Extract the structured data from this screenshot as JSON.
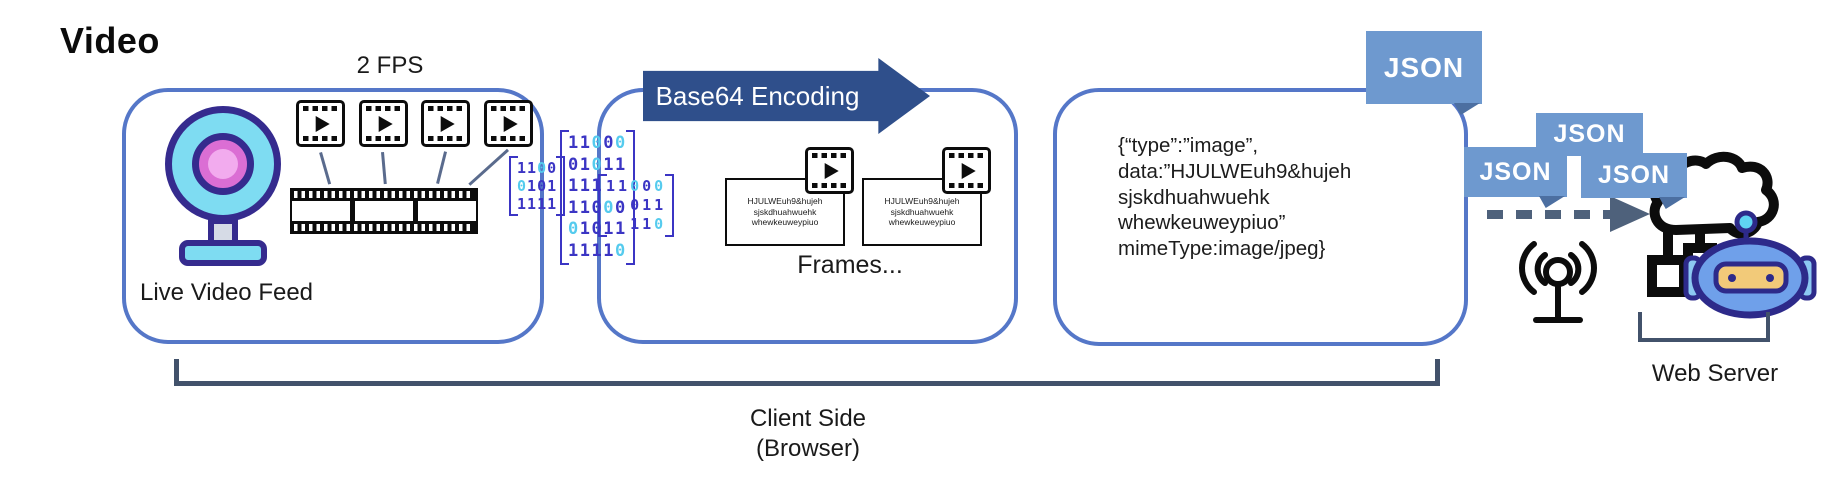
{
  "title": "Video",
  "fps_label": "2 FPS",
  "live_feed": {
    "label": "Live Video Feed"
  },
  "encoding_arrow": {
    "label": "Base64 Encoding"
  },
  "binary": {
    "block_a": [
      "1100",
      "0101",
      "1111"
    ],
    "block_b": [
      "11000",
      "01011",
      "111",
      "11000",
      "01011",
      "11110"
    ],
    "block_c": [
      "11000",
      "011",
      "110"
    ]
  },
  "frames": {
    "card_lines": [
      "HJULWEuh9&hujeh",
      "sjskdhuahwuehk",
      "whewkeuweypiuo"
    ],
    "caption": "Frames..."
  },
  "payload": {
    "json_lines": [
      "{“type”:”image”,",
      "data:”HJULWEuh9&hujeh",
      "sjskdhuahwuehk",
      "whewkeuweypiuo”",
      "mimeType:image/jpeg}"
    ]
  },
  "badges": {
    "labels": [
      "JSON",
      "JSON",
      "JSON",
      "JSON"
    ]
  },
  "server": {
    "label": "Web Server"
  },
  "client": {
    "lines": [
      "Client Side",
      "(Browser)"
    ]
  },
  "colors": {
    "panel_border": "#5577C8",
    "arrow_navy": "#2F4F8B",
    "badge_blue": "#6E99CF",
    "badge_fold": "#4C6FA1",
    "binary_ink": "#3B35C4",
    "binary_highlight": "#55CBEE",
    "slate_bracket": "#42526B"
  }
}
